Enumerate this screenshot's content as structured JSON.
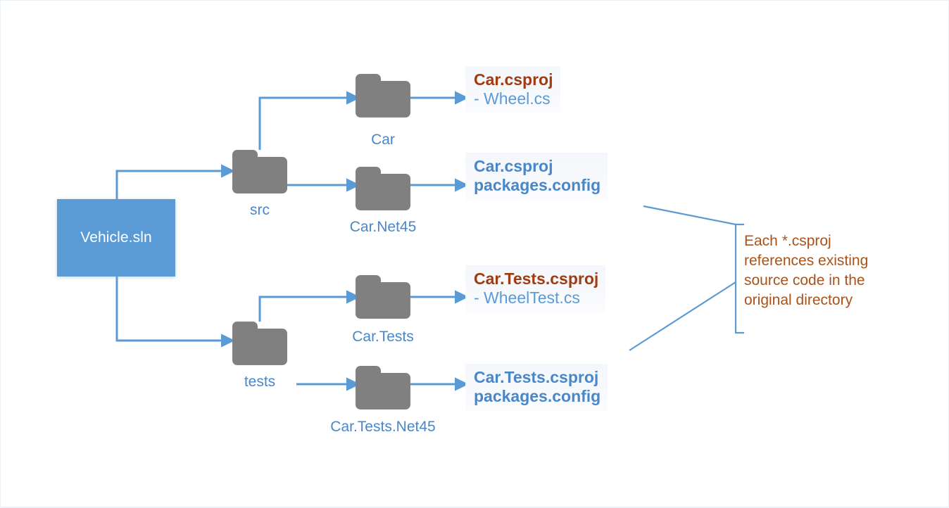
{
  "diagram": {
    "title": "Solution folder structure diagram",
    "colors": {
      "accent_blue": "#5B9BD5",
      "folder_gray": "#808080",
      "label_blue": "#4A87C8",
      "csproj_brown": "#A03B12",
      "annotation_brown": "#A8531B",
      "block_background": "#F4F7FB",
      "canvas_border": "#EAF0F7"
    },
    "root": {
      "label": "Vehicle.sln"
    },
    "folders": [
      {
        "id": "src",
        "label": "src"
      },
      {
        "id": "car",
        "label": "Car"
      },
      {
        "id": "car-net45",
        "label": "Car.Net45"
      },
      {
        "id": "tests",
        "label": "tests"
      },
      {
        "id": "car-tests",
        "label": "Car.Tests"
      },
      {
        "id": "car-tests-net45",
        "label": "Car.Tests.Net45"
      }
    ],
    "file_blocks": [
      {
        "id": "car-files",
        "lines": [
          {
            "text": "Car.csproj",
            "style": "bold-brown"
          },
          {
            "text": "- Wheel.cs",
            "style": "plain-blue"
          }
        ]
      },
      {
        "id": "car-net45-files",
        "lines": [
          {
            "text": "Car.csproj",
            "style": "bold-blue"
          },
          {
            "text": "packages.config",
            "style": "bold-blue"
          }
        ]
      },
      {
        "id": "car-tests-files",
        "lines": [
          {
            "text": "Car.Tests.csproj",
            "style": "bold-brown"
          },
          {
            "text": "- WheelTest.cs",
            "style": "plain-blue"
          }
        ]
      },
      {
        "id": "car-tests-net45-files",
        "lines": [
          {
            "text": "Car.Tests.csproj",
            "style": "bold-blue"
          },
          {
            "text": "packages.config",
            "style": "bold-blue"
          }
        ]
      }
    ],
    "annotation": {
      "lines": [
        "Each *.csproj",
        "references existing",
        "source code in the",
        "original directory"
      ]
    }
  }
}
